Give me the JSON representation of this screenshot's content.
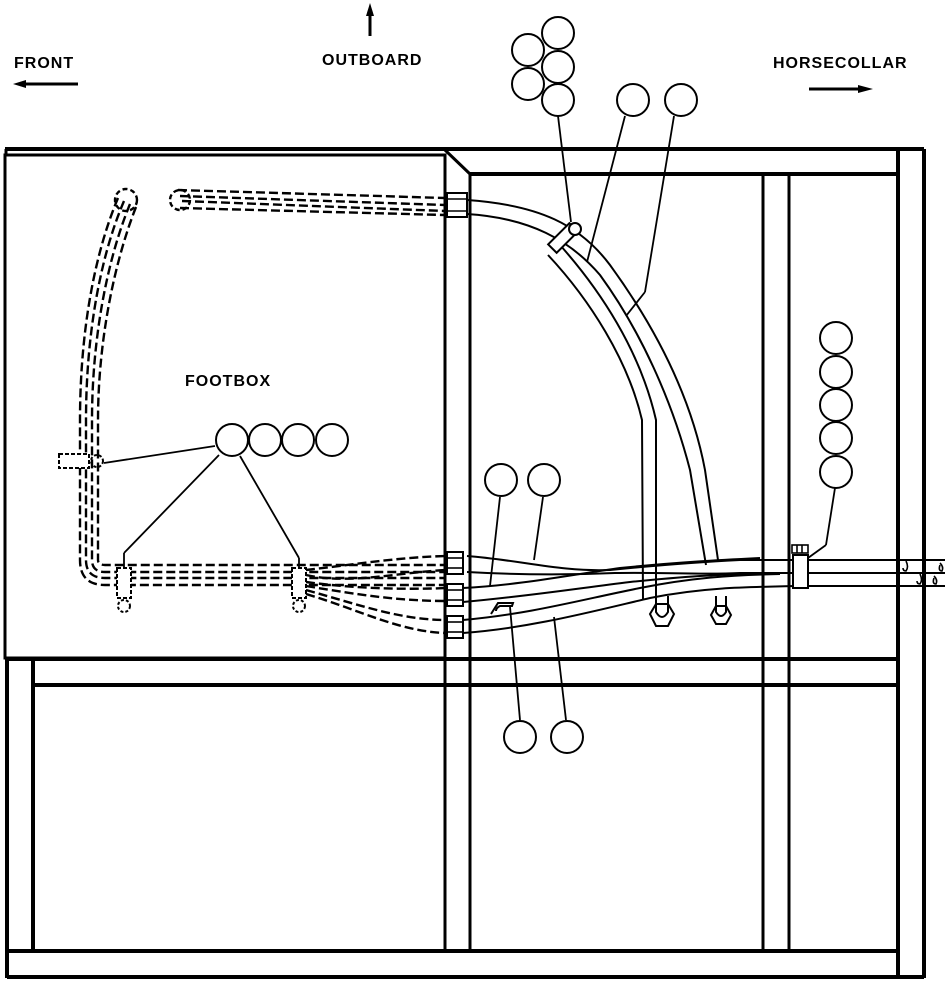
{
  "diagram": {
    "labels": {
      "front": "FRONT",
      "outboard": "OUTBOARD",
      "horsecollar": "HORSECOLLAR",
      "footbox": "FOOTBOX"
    },
    "orientation_arrows": [
      {
        "name": "front-arrow",
        "direction": "left"
      },
      {
        "name": "outboard-arrow",
        "direction": "up"
      },
      {
        "name": "horsecollar-arrow",
        "direction": "right"
      }
    ],
    "callout_groups": [
      {
        "name": "top-cluster-callouts",
        "count": 5
      },
      {
        "name": "top-single-callout-a",
        "count": 1
      },
      {
        "name": "top-single-callout-b",
        "count": 1
      },
      {
        "name": "footbox-clamp-callouts",
        "count": 4
      },
      {
        "name": "right-column-callouts",
        "count": 5
      },
      {
        "name": "mid-pair-callouts",
        "count": 2
      },
      {
        "name": "bottom-pair-callouts",
        "count": 2
      }
    ],
    "colors": {
      "line": "#000000",
      "background": "#ffffff"
    }
  }
}
